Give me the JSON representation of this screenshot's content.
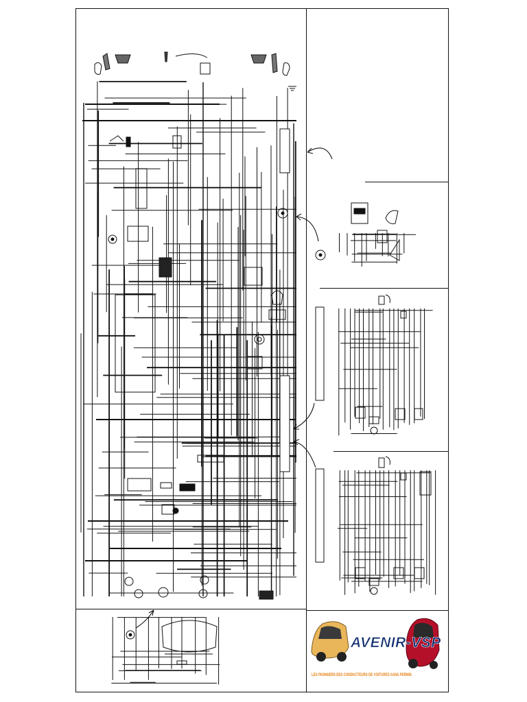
{
  "logo": {
    "title": "AVENIR-VSP",
    "subtitle": "LES PIONNIERS DES CONDUCTEURS DE VOITURES SANS PERMIS"
  },
  "colors": {
    "line": "#111111",
    "logo_blue": "#0b2a6b",
    "logo_outline": "#ffffff",
    "logo_subtitle": "#e87f12",
    "car_yellow": "#e9b65a",
    "car_red": "#b5102a"
  },
  "panels": [
    {
      "name": "main-wiring-panel"
    },
    {
      "name": "detail-panel-top-right"
    },
    {
      "name": "detail-panel-middle-right"
    },
    {
      "name": "detail-panel-lower-right"
    },
    {
      "name": "detail-panel-bottom-right"
    },
    {
      "name": "rear-harness-panel"
    },
    {
      "name": "brand-logo-panel"
    }
  ]
}
